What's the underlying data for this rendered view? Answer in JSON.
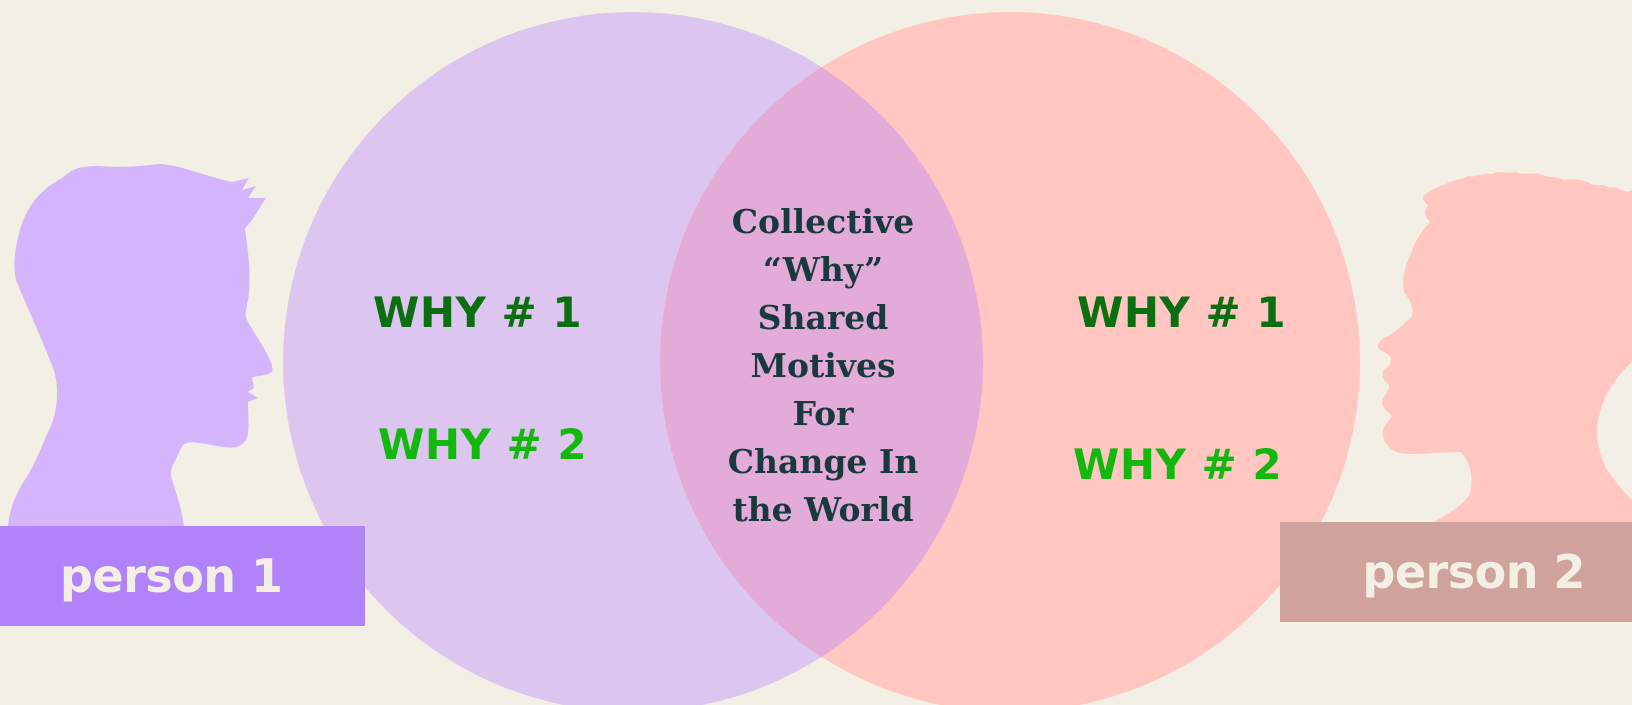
{
  "diagram": {
    "left_set": {
      "why1": "WHY # 1",
      "why2": "WHY # 2",
      "label": "person 1"
    },
    "right_set": {
      "why1": "WHY # 1",
      "why2": "WHY # 2",
      "label": "person 2"
    },
    "intersection": {
      "lines": [
        "Collective",
        "“Why”",
        "Shared",
        "Motives",
        "For",
        "Change In",
        "the World"
      ]
    }
  },
  "icons": {
    "left_silhouette": "person-profile-silhouette-icon",
    "right_silhouette": "person-profile-silhouette-icon"
  },
  "colors": {
    "background": "#f4efe4",
    "left_circle": "#dcc5ee",
    "right_circle": "#ffc6c2",
    "overlap": "#e3abd7",
    "left_silhouette": "#d4b4fd",
    "right_silhouette": "#ffc6c2",
    "why1_text": "#0b6e10",
    "why2_text": "#12b80e",
    "center_text": "#17393f",
    "label1_bg": "#b083fb",
    "label2_bg": "#cfa29d",
    "label_text": "#f4efe4"
  }
}
